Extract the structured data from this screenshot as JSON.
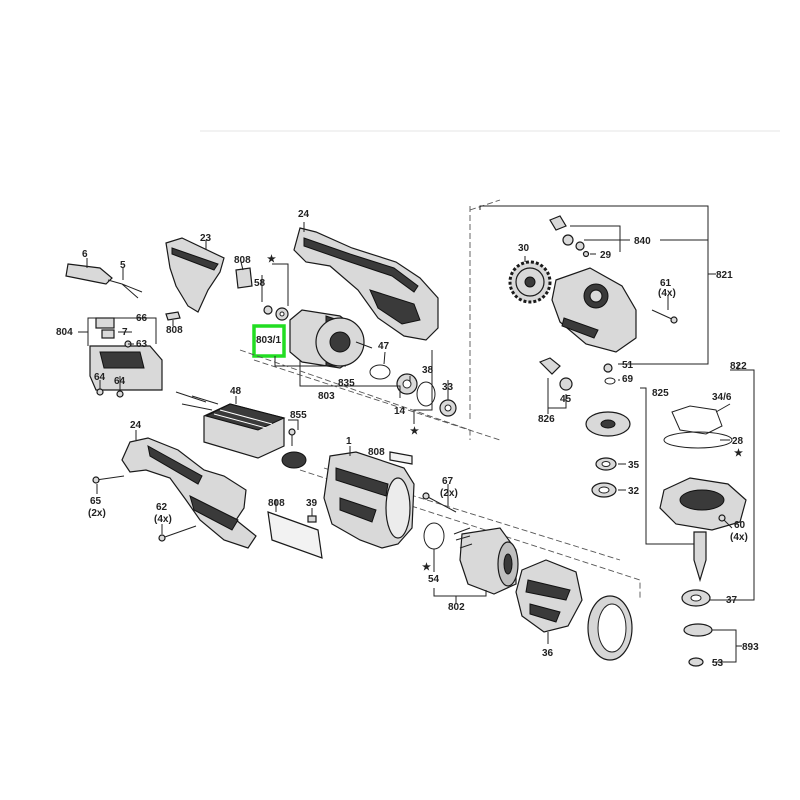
{
  "labels": {
    "l6": "6",
    "l5": "5",
    "l23": "23",
    "l808a": "808",
    "l808b": "808",
    "l58": "58",
    "star1": "★",
    "l804": "804",
    "l66": "66",
    "l7": "7",
    "l63": "63",
    "l64a": "64",
    "l64b": "64",
    "l8031": "803/1",
    "l24a": "24",
    "l47": "47",
    "l38": "38",
    "l33": "33",
    "l14": "14",
    "star2": "★",
    "l835": "835",
    "l803": "803",
    "l48": "48",
    "l855": "855",
    "l24b": "24",
    "l1": "1",
    "l808c": "808",
    "l67": "67",
    "l67q": "(2x)",
    "l65": "65",
    "l65q": "(2x)",
    "l62": "62",
    "l62q": "(4x)",
    "l808d": "808",
    "l39": "39",
    "star3": "★",
    "l54": "54",
    "l802": "802",
    "l36": "36",
    "l30": "30",
    "l840": "840",
    "l29": "29",
    "l821": "821",
    "l61": "61",
    "l61q": "(4x)",
    "l51": "51",
    "l69": "69",
    "l825": "825",
    "l45": "45",
    "l826": "826",
    "l822": "822",
    "l346": "34/6",
    "l28": "28",
    "star4": "★",
    "l35": "35",
    "l32": "32",
    "l60": "60",
    "l60q": "(4x)",
    "l37": "37",
    "l893": "893",
    "l53": "53"
  },
  "colors": {
    "highlight": "#22dd22",
    "line": "#222222",
    "part_fill": "#d9d9d9"
  }
}
